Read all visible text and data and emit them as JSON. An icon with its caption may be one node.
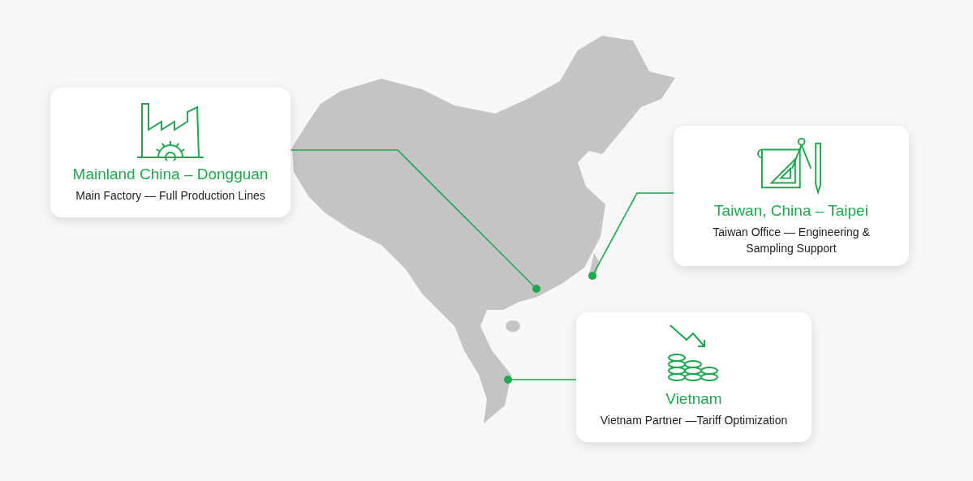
{
  "diagram": {
    "nodes": [
      {
        "text": [
          "Mainland China – Dongguan",
          "Main Factory — Full Production Lines"
        ]
      },
      {
        "text": [],
        "shape": "circle"
      },
      {
        "text": [
          "Taiwan, China – Taipei",
          "Taiwan Office — Engineering & Sampling Support"
        ]
      },
      {
        "text": [],
        "shape": "circle"
      },
      {
        "text": [
          "Vietnam",
          "Vietnam Partner —Tariff Optimization"
        ]
      },
      {
        "text": [],
        "shape": "circle"
      }
    ],
    "edges": [
      {
        "from": 0,
        "to": 1,
        "arrow": "none"
      },
      {
        "from": 2,
        "to": 3,
        "arrow": "none"
      },
      {
        "from": 4,
        "to": 5,
        "arrow": "none"
      }
    ]
  }
}
